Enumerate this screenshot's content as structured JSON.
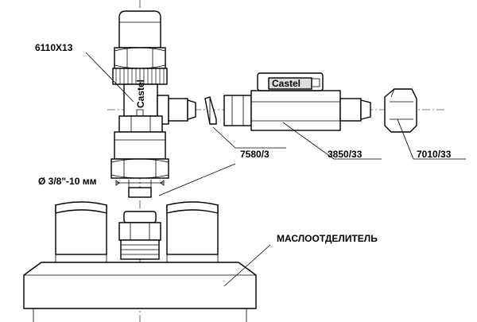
{
  "labels": {
    "valve": "6110X13",
    "gasket": "7580/3",
    "sight_glass": "3850/33",
    "nut": "7010/33",
    "diameter": "Ø 3/8\"-10 мм",
    "separator": "МАСЛООТДЕЛИТЕЛЬ",
    "brand_valve": "Castel",
    "brand_glass": "Castel"
  }
}
